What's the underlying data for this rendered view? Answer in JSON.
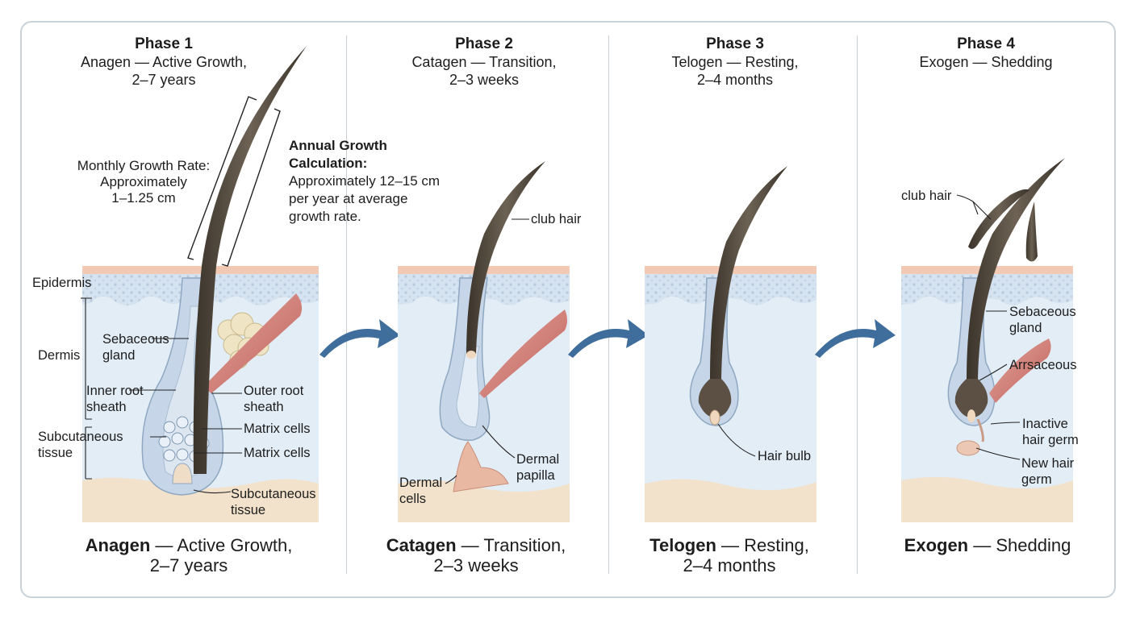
{
  "phases": [
    {
      "title": "Phase 1",
      "subtitle_line1": "Anagen — Active Growth,",
      "subtitle_line2": "2–7 years",
      "caption_name": "Anagen",
      "caption_rest": " — Active Growth,",
      "caption_line2": "2–7 years"
    },
    {
      "title": "Phase 2",
      "subtitle_line1": "Catagen — Transition,",
      "subtitle_line2": "2–3 weeks",
      "caption_name": "Catagen",
      "caption_rest": " — Transition,",
      "caption_line2": "2–3 weeks"
    },
    {
      "title": "Phase 3",
      "subtitle_line1": "Telogen — Resting,",
      "subtitle_line2": "2–4 months",
      "caption_name": "Telogen",
      "caption_rest": " — Resting,",
      "caption_line2": "2–4 months"
    },
    {
      "title": "Phase 4",
      "subtitle_line1": "Exogen — Shedding",
      "subtitle_line2": "",
      "caption_name": "Exogen",
      "caption_rest": " — Shedding",
      "caption_line2": ""
    }
  ],
  "anagen": {
    "monthly_rate": [
      "Monthly Growth Rate:",
      "Approximately",
      "1–1.25 cm"
    ],
    "annual_title": [
      "Annual Growth",
      "Calculation:"
    ],
    "annual_text": [
      "Approximately 12–15 cm",
      "per year at average",
      "growth rate."
    ],
    "layers": {
      "epidermis": "Epidermis",
      "dermis": "Dermis",
      "subcutaneous": [
        "Subcutaneous",
        "tissue"
      ]
    },
    "labels": {
      "sebaceous": [
        "Sebaceous",
        "gland"
      ],
      "inner_root": [
        "Inner root",
        "sheath"
      ],
      "outer_root": [
        "Outer root",
        "sheath"
      ],
      "matrix1": "Matrix cells",
      "matrix2": "Matrix cells",
      "subcut": [
        "Subcutaneous",
        "tissue"
      ]
    }
  },
  "catagen": {
    "labels": {
      "club_hair": "club hair",
      "dermal_papilla": [
        "Dermal",
        "papilla"
      ],
      "dermal_cells": [
        "Dermal",
        "cells"
      ]
    }
  },
  "telogen": {
    "labels": {
      "hair_bulb": "Hair bulb"
    }
  },
  "exogen": {
    "labels": {
      "club_hair": "club hair",
      "sebaceous": [
        "Sebaceous",
        "gland"
      ],
      "arrector": "Arrsaceous",
      "inactive_germ": [
        "Inactive",
        "hair germ"
      ],
      "new_germ": [
        "New hair",
        "germ"
      ]
    }
  },
  "colors": {
    "skin_top": "#f2c9b4",
    "epidermis": "#dbe6f1",
    "dermis": "#e3edf6",
    "subcut": "#f2e2cc",
    "hair": "#4d4438",
    "sheath": "#c6d6e8",
    "muscle": "#cf7a72",
    "gland": "#efe4c4",
    "arrow": "#3f6e9c"
  }
}
